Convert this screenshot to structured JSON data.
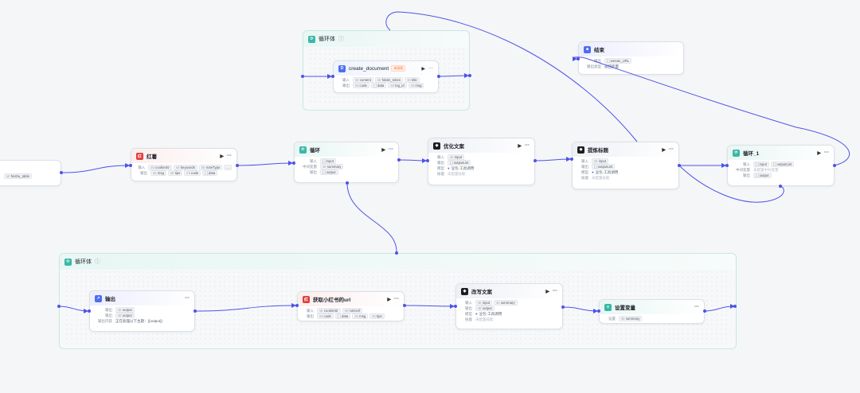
{
  "colors": {
    "edge": "#4d53e8",
    "loop_accent": "#3ab8a6",
    "error_badge": "#f77234"
  },
  "feishu_node": {
    "value": "feishu_table"
  },
  "redbook_node": {
    "title": "红薯",
    "icon": "redbook-icon",
    "input_label": "输入",
    "inputs": [
      "cookieStr",
      "keywords",
      "noteType",
      "..."
    ],
    "output_label": "输出",
    "outputs": [
      "msg",
      "tips",
      "code",
      "data"
    ]
  },
  "loop_node": {
    "title": "循环",
    "input_label": "输入",
    "input": "input",
    "mid_label": "中间变量",
    "mid": "summary",
    "output_label": "输出",
    "output": "output"
  },
  "optimize_node": {
    "title": "优化文案",
    "input_label": "输入",
    "input": "input",
    "output_label": "输出",
    "output": "outputList",
    "model_label": "模型",
    "model": "豆包·工具调用",
    "skill_label": "技能",
    "skill": "未配置技能"
  },
  "extract_node": {
    "title": "提炼标题",
    "input_label": "输入",
    "input": "input",
    "output_label": "输出",
    "output": "outputList",
    "model_label": "模型",
    "model": "豆包·工具调用",
    "skill_label": "技能",
    "skill": "未配置技能"
  },
  "loop1_node": {
    "title": "循环_1",
    "input_label": "输入",
    "inputs": [
      "input",
      "outputList"
    ],
    "mid_label": "中间变量",
    "mid": "未配置中间变量",
    "output_label": "输出",
    "output": "output"
  },
  "end_node": {
    "title": "结束",
    "output_label": "输出",
    "output": "wenan_URL",
    "type_label": "输出类型",
    "type": "返回变量"
  },
  "loop_body_top": {
    "title": "循环体",
    "create_doc": {
      "title": "create_document",
      "badge": "未授权",
      "input_label": "输入",
      "inputs": [
        "content",
        "folder_token",
        "title"
      ],
      "output_label": "输出",
      "outputs": [
        "code",
        "data",
        "log_id",
        "msg"
      ]
    }
  },
  "loop_body_bottom": {
    "title": "循环体",
    "output_node": {
      "title": "输出",
      "output_label": "输出",
      "output": "output",
      "output2_label": "输出",
      "output2": "output",
      "content_label": "输出内容",
      "content": "正在处理以下主题：{{output}}"
    },
    "geturl_node": {
      "title": "获取小红书的url",
      "input_label": "输入",
      "inputs": [
        "cookieStr",
        "noteUrl"
      ],
      "output_label": "输出",
      "outputs": [
        "code",
        "data",
        "msg",
        "tips"
      ]
    },
    "rewrite_node": {
      "title": "改写文案",
      "input_label": "输入",
      "inputs": [
        "input",
        "summary"
      ],
      "output_label": "输出",
      "output": "output",
      "model_label": "模型",
      "model": "豆包·工具调用",
      "skill_label": "技能",
      "skill": "未配置技能"
    },
    "setvar_node": {
      "title": "设置变量",
      "set_label": "设置",
      "set": "summary"
    }
  }
}
